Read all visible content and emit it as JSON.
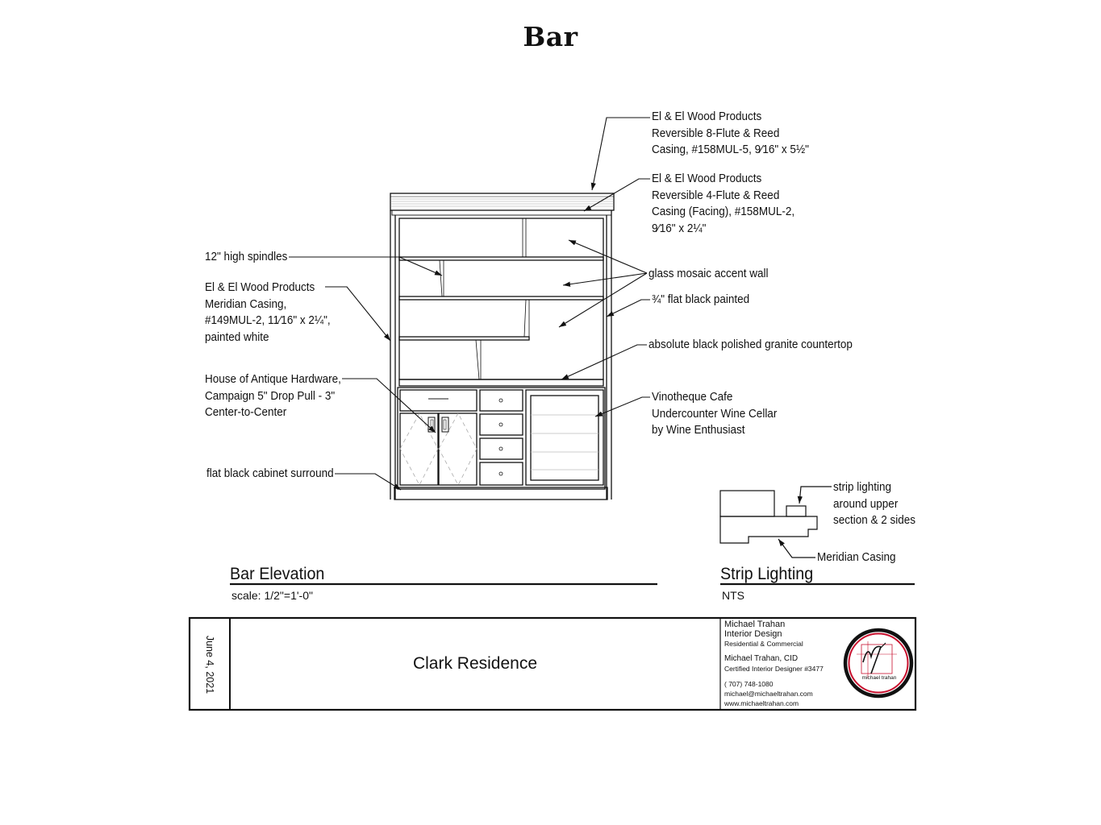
{
  "title": "Bar",
  "callouts": {
    "casing_8flute": [
      "El & El Wood Products",
      "Reversible 8-Flute & Reed",
      "Casing, #158MUL-5, 9⁄16\" x 5½\""
    ],
    "casing_4flute": [
      "El & El Wood Products",
      "Reversible 4-Flute & Reed",
      "Casing (Facing), #158MUL-2,",
      "9⁄16\" x 2¼\""
    ],
    "spindles": "12\" high spindles",
    "meridian": [
      "El & El Wood Products",
      "Meridian Casing,",
      "#149MUL-2, 11⁄16\" x 2¼\",",
      "painted white"
    ],
    "hardware": [
      "House of Antique Hardware,",
      "Campaign 5\" Drop Pull - 3\"",
      "Center-to-Center"
    ],
    "surround": "flat black cabinet surround",
    "mosaic": "glass mosaic accent wall",
    "flat_black": "¾\" flat black painted",
    "granite": "absolute black polished granite countertop",
    "wine_cellar": [
      "Vinotheque Cafe",
      "Undercounter Wine Cellar",
      "by Wine Enthusiast"
    ],
    "strip_lighting": [
      "strip lighting",
      "around upper",
      "section & 2 sides"
    ],
    "meridian_casing": "Meridian Casing"
  },
  "views": {
    "elevation": {
      "title": "Bar Elevation",
      "scale": "scale:  1/2\"=1'-0\""
    },
    "strip": {
      "title": "Strip Lighting",
      "scale": "NTS"
    }
  },
  "title_block": {
    "date": "June 4, 2021",
    "project": "Clark Residence",
    "firm": {
      "name": "Michael Trahan",
      "line2": "Interior Design",
      "line3": "Residential & Commercial",
      "designer": "Michael Trahan, CID",
      "cert": "Certified Interior Designer #3477",
      "phone": "( 707)   748-1080",
      "email": "michael@michaeltrahan.com",
      "web": "www.michaeltrahan.com"
    },
    "logo_caption": "michael trahan",
    "logo_color": "#c8102e"
  }
}
